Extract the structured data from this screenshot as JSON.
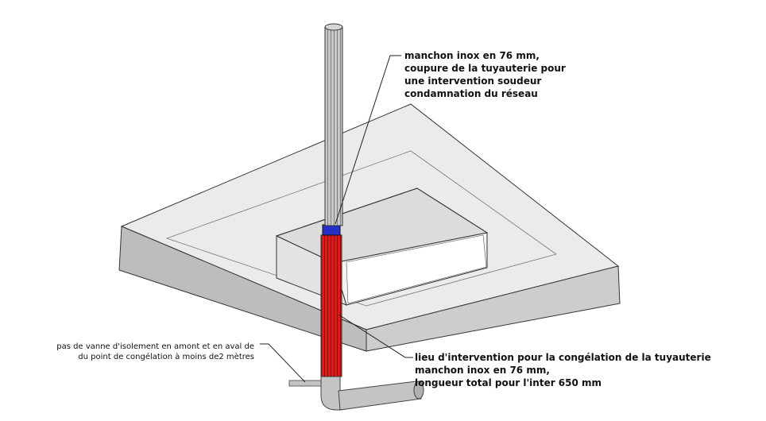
{
  "annotations": {
    "top": {
      "lines": [
        "manchon inox en 76 mm,",
        "coupure de la tuyauterie pour",
        "une intervention soudeur",
        "condamnation du réseau"
      ]
    },
    "bottom": {
      "lines": [
        "lieu d'intervention pour la congélation de la tuyauterie",
        "manchon inox en 76 mm,",
        "longueur total pour l'inter 650 mm"
      ]
    },
    "left": {
      "lines": [
        "pas de vanne d'isolement en amont et en aval de",
        "du point de congélation à moins de2 mètres"
      ]
    }
  },
  "colors": {
    "slab_top": "#ebebeb",
    "slab_side_front": "#c9c9c9",
    "slab_side_left": "#bdbdbd",
    "pit_wall": "#dcdcdc",
    "pipe_grey": "#c4c4c4",
    "sleeve_blue": "#2430c8",
    "frozen_red": "#e01818",
    "leader": "#222222"
  }
}
